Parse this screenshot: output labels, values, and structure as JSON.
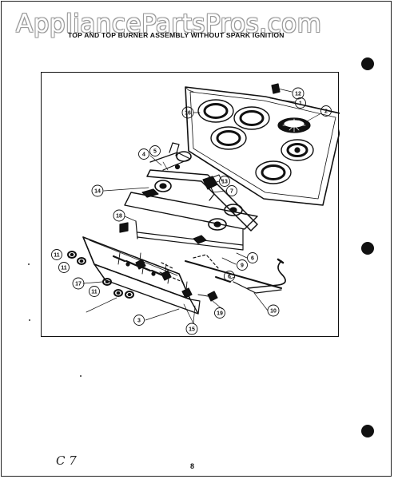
{
  "watermark": {
    "text": "AppliancePartsPros.com"
  },
  "title": "TOP AND TOP BURNER ASSEMBLY WITHOUT SPARK IGNITION",
  "page_number": "8",
  "corner_mark": "C 7",
  "callouts": {
    "c1": "1",
    "c2": "2",
    "c3": "3",
    "c4": "4",
    "c5": "5",
    "c6a": "6",
    "c6b": "6",
    "c7": "7",
    "c9": "9",
    "c10": "10",
    "c11a": "11",
    "c11b": "11",
    "c11c": "11",
    "c12": "12",
    "c13": "13",
    "c14": "14",
    "c15": "15",
    "c16": "16",
    "c17": "17",
    "c18": "18",
    "c19": "19"
  }
}
